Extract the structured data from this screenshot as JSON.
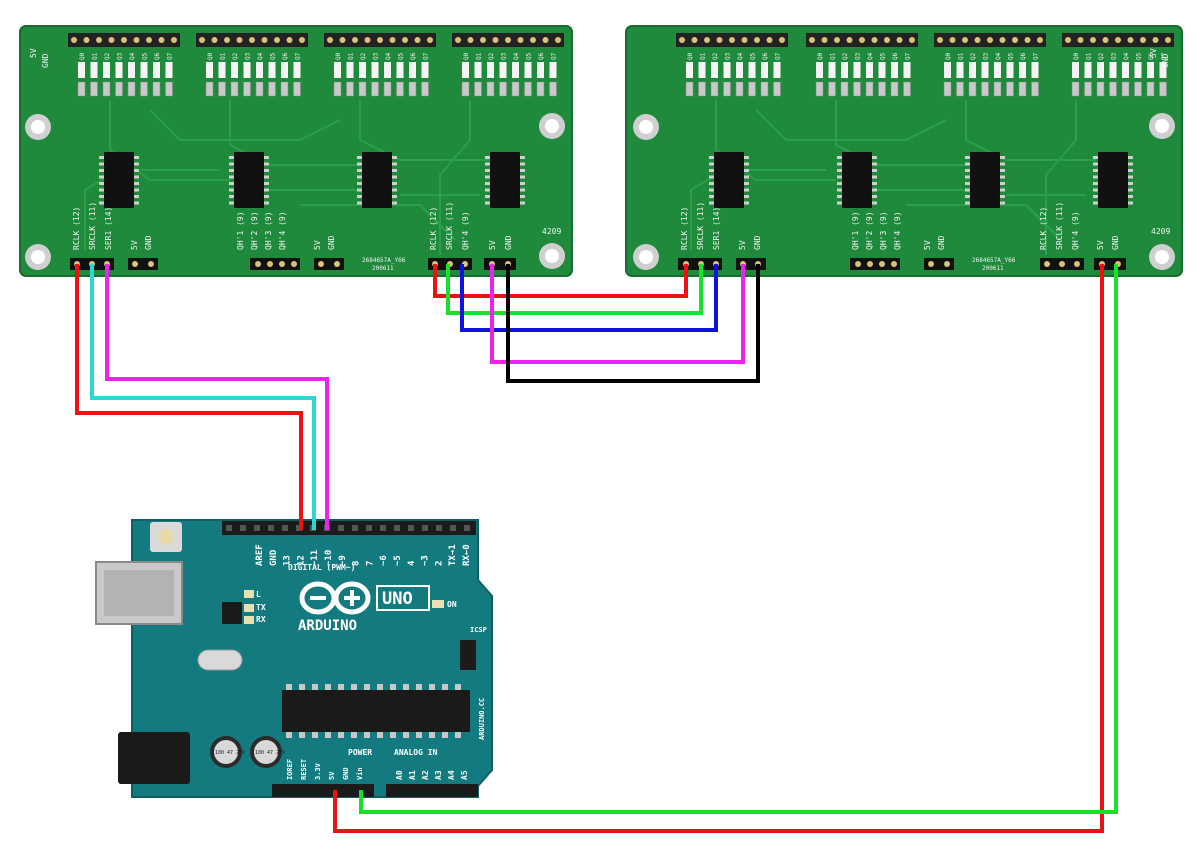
{
  "boards": [
    {
      "board_number": "4209",
      "part_label": "2684657A_Y66",
      "date_label": "200611",
      "top_power": [
        "5V",
        "GND"
      ],
      "output_pins": [
        "Q0",
        "Q1",
        "Q2",
        "Q3",
        "Q4",
        "Q5",
        "Q6",
        "Q7"
      ],
      "input_labels": [
        "RCLK (12)",
        "SRCLK (11)",
        "SER1 (14)"
      ],
      "input_power": [
        "5V",
        "GND"
      ],
      "chain_labels": [
        "QH'1 (9)",
        "QH'2 (9)",
        "QH'3 (9)",
        "QH'4 (9)"
      ],
      "mid_power": [
        "5V",
        "GND"
      ],
      "output_labels": [
        "RCLK (12)",
        "SRCLK (11)",
        "QH'4 (9)",
        "5V",
        "GND"
      ]
    },
    {
      "board_number": "4209",
      "part_label": "2684657A_Y66",
      "date_label": "200611",
      "top_power": [
        "5V",
        "GND"
      ],
      "output_pins": [
        "Q0",
        "Q1",
        "Q2",
        "Q3",
        "Q4",
        "Q5",
        "Q6",
        "Q7"
      ],
      "input_labels": [
        "RCLK (12)",
        "SRCLK (11)",
        "SER1 (14)"
      ],
      "input_power": [
        "5V",
        "GND"
      ],
      "chain_labels": [
        "QH'1 (9)",
        "QH'2 (9)",
        "QH'3 (9)",
        "QH'4 (9)"
      ],
      "mid_power": [
        "5V",
        "GND"
      ],
      "output_labels": [
        "RCLK (12)",
        "SRCLK (11)",
        "QH'4 (9)",
        "5V",
        "GND"
      ]
    }
  ],
  "arduino": {
    "logo": "ARDUINO",
    "model": "UNO",
    "side_text": "ARDUINO.CC",
    "digital_header": "DIGITAL (PWM~)",
    "digital_pins": [
      "AREF",
      "GND",
      "13",
      "12",
      "~11",
      "~10",
      "~9",
      "8",
      "7",
      "~6",
      "~5",
      "4",
      "~3",
      "2",
      "TX→1",
      "RX←0"
    ],
    "leds": [
      "L",
      "TX",
      "RX",
      "ON"
    ],
    "icsp": "ICSP",
    "power_header": "POWER",
    "analog_header": "ANALOG IN",
    "power_pins": [
      "IOREF",
      "RESET",
      "3.3V",
      "5V",
      "GND",
      "Vin"
    ],
    "analog_pins": [
      "A0",
      "A1",
      "A2",
      "A3",
      "A4",
      "A5"
    ],
    "cap_label_1": "100 47 25V",
    "cap_label_2": "100 47 25V"
  },
  "wire_colors": {
    "red": "#ee1111",
    "cyan": "#2ad8cf",
    "magenta": "#ee22ee",
    "green": "#16e028",
    "blue": "#1111dd",
    "black": "#000000"
  },
  "pcb_colors": {
    "board": "#1f8a3c",
    "trace": "#2aa04a",
    "ic": "#111111"
  },
  "uno_colors": {
    "board": "#137a7f",
    "header": "#1b1b1b"
  }
}
